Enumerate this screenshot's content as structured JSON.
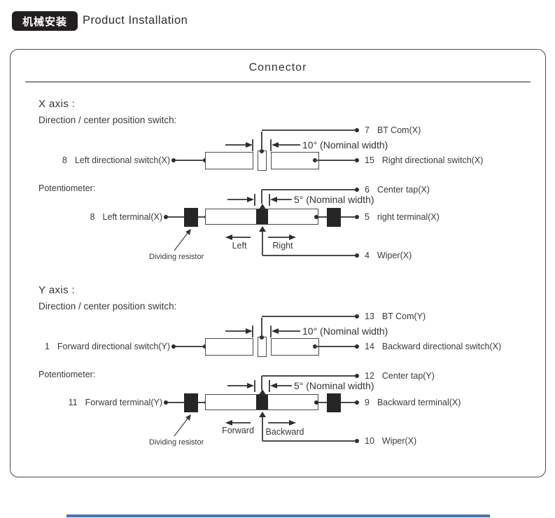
{
  "header": {
    "badge": "机械安装",
    "title": "Product Installation"
  },
  "connector": {
    "title": "Connector"
  },
  "colors": {
    "badge_bg": "#231f20",
    "diagram_ink": "#3f3f3f",
    "footer_accent": "#3e74bc"
  },
  "x": {
    "heading": "X axis :",
    "switch": {
      "section_label": "Direction / center position switch:",
      "dim": "10° (Nominal width)",
      "left": {
        "num": "8",
        "label": "Left directional switch(X)"
      },
      "com": {
        "num": "7",
        "label": "BT Com(X)"
      },
      "right": {
        "num": "15",
        "label": "Right directional switch(X)"
      }
    },
    "pot": {
      "section_label": "Potentiometer:",
      "dim": "5° (Nominal width)",
      "left": {
        "num": "8",
        "label": "Left terminal(X)"
      },
      "center": {
        "num": "6",
        "label": "Center tap(X)"
      },
      "right": {
        "num": "5",
        "label": "right terminal(X)"
      },
      "wiper": {
        "num": "4",
        "label": "Wiper(X)"
      },
      "dir_left": "Left",
      "dir_right": "Right",
      "resistor": "Dividing resistor"
    }
  },
  "y": {
    "heading": "Y axis :",
    "switch": {
      "section_label": "Direction / center position switch:",
      "dim": "10° (Nominal width)",
      "left": {
        "num": "1",
        "label": "Forward directional switch(Y)"
      },
      "com": {
        "num": "13",
        "label": "BT Com(Y)"
      },
      "right": {
        "num": "14",
        "label": "Backward directional switch(X)"
      }
    },
    "pot": {
      "section_label": "Potentiometer:",
      "dim": "5° (Nominal width)",
      "left": {
        "num": "11",
        "label": "Forward terminal(Y)"
      },
      "center": {
        "num": "12",
        "label": "Center tap(Y)"
      },
      "right": {
        "num": "9",
        "label": "Backward terminal(X)"
      },
      "wiper": {
        "num": "10",
        "label": "Wiper(X)"
      },
      "dir_left": "Forward",
      "dir_right": "Backward",
      "resistor": "Dividing resistor"
    }
  }
}
